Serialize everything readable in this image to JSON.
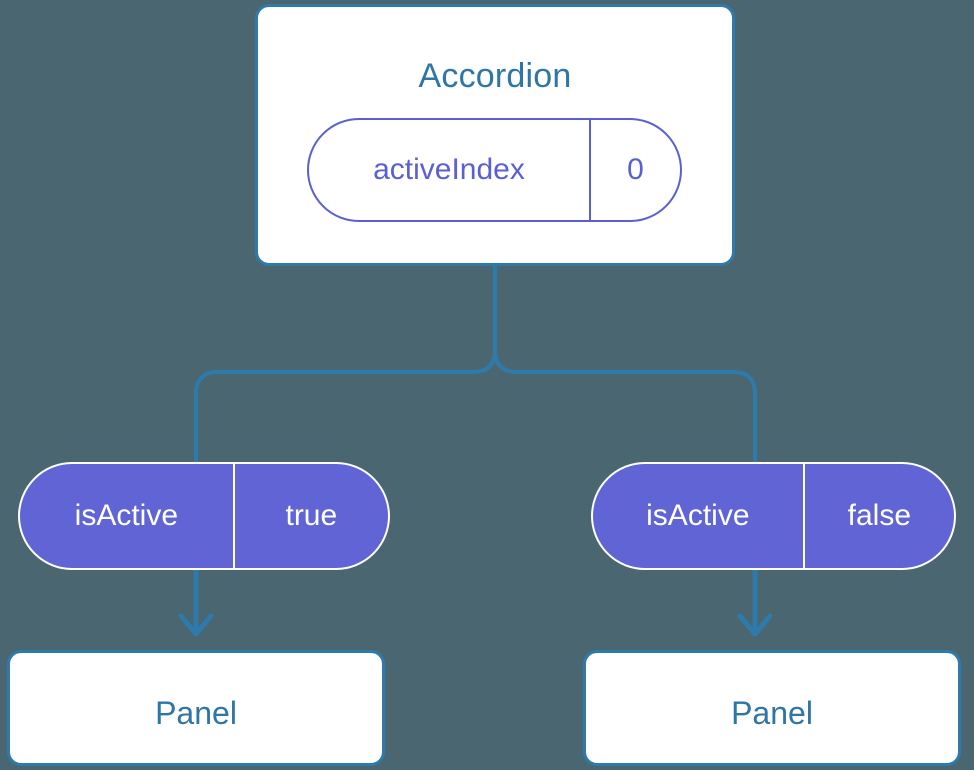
{
  "diagram": {
    "type": "component-tree",
    "background_color": "#4a6670",
    "accent_blue": "#2e7bab",
    "accent_purple": "#6064d4",
    "title_color": "#2e75a8",
    "root": {
      "name": "accordion-component",
      "label": "Accordion",
      "state": {
        "key": "activeIndex",
        "value": "0"
      }
    },
    "children": [
      {
        "name": "panel-branch-left",
        "prop": {
          "key": "isActive",
          "value": "true"
        },
        "panel": {
          "label": "Panel"
        }
      },
      {
        "name": "panel-branch-right",
        "prop": {
          "key": "isActive",
          "value": "false"
        },
        "panel": {
          "label": "Panel"
        }
      }
    ]
  }
}
